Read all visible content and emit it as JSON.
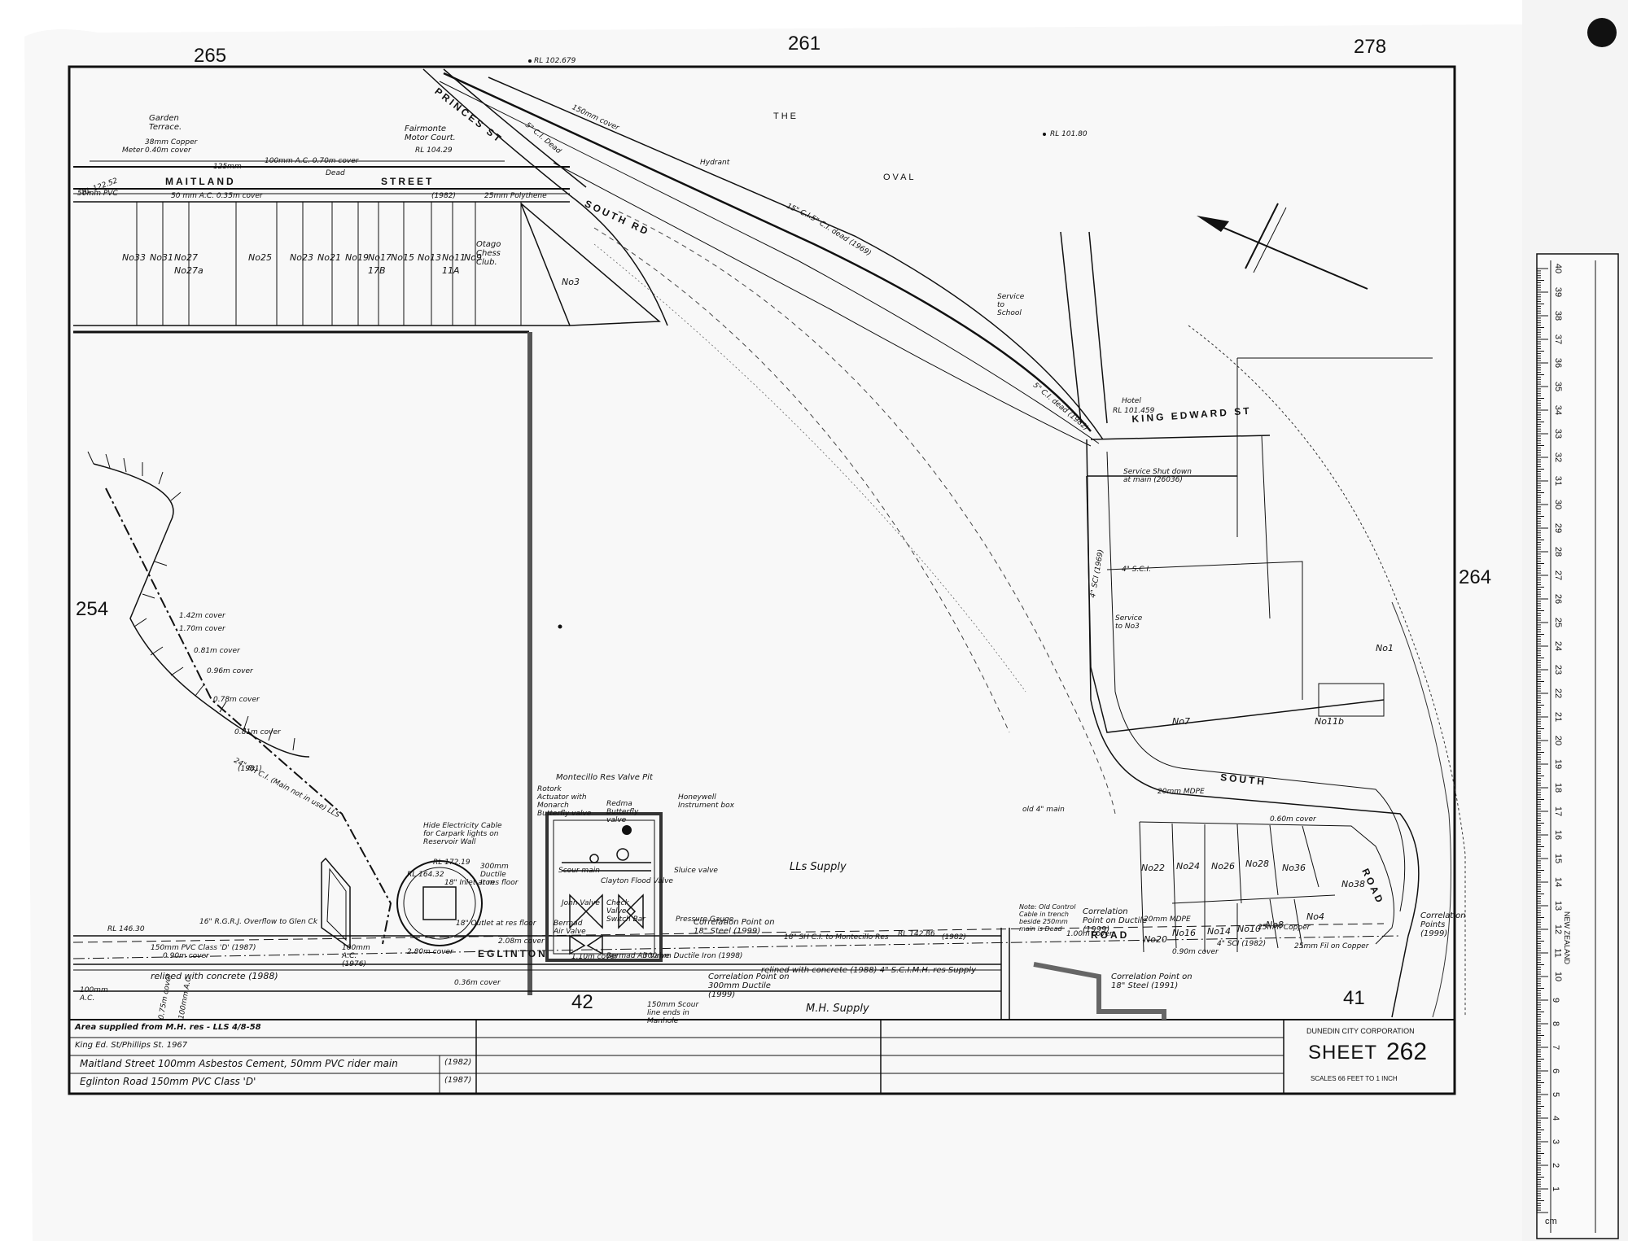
{
  "grid_refs": {
    "top_left": "265",
    "top_center": "261",
    "top_right": "278",
    "left": "254",
    "right": "264",
    "bottom_center": "42",
    "bottom_right": "41"
  },
  "streets": {
    "maitland": "MAITLAND",
    "street": "STREET",
    "princes": "PRINCES ST",
    "south_rd_top": "SOUTH RD",
    "king_edward": "KING EDWARD ST",
    "south": "SOUTH",
    "road": "ROAD",
    "eglinton": "EGLINTON",
    "road_bottom": "ROAD"
  },
  "places": {
    "the": "THE",
    "oval": "OVAL",
    "garden_terrace": "Garden Terrace.",
    "fairmont": "Fairmonte Motor Court.",
    "otago_chess": "Otago Chess Club.",
    "hotel": "Hotel",
    "montecillo_title": "Montecillo Res Valve Pit",
    "lls_supply": "LLs Supply",
    "mh_supply": "M.H. Supply"
  },
  "lots_maitland": [
    "No33",
    "No31",
    "No27",
    "No25",
    "No23",
    "No21",
    "No19",
    "No17",
    "No15",
    "No13",
    "No11",
    "No9"
  ],
  "lots_maitland_sub": [
    "",
    "",
    "No27a",
    "",
    "",
    "",
    "",
    "17B",
    "",
    "",
    "11A",
    ""
  ],
  "lots_south_road": [
    "No22",
    "No24",
    "No26",
    "No28",
    "No36",
    "No20",
    "No16",
    "No14",
    "No10",
    "No8",
    "No4",
    "No7",
    "No11b",
    "No38",
    "No1",
    "No3"
  ],
  "annotations": {
    "rl_top": "RL 102.679",
    "rl_oval": "RL 101.80",
    "rl_fairmont": "RL 104.29",
    "rl_maitland": "RL 122.52",
    "rl_hotel": "RL 101.459",
    "rl_172": "RL 172.19",
    "rl_164": "RL 164.32",
    "rl_146": "RL 146.30",
    "rl_142": "RL 142.86",
    "copper_38": "38mm Copper",
    "meter": "Meter",
    "cover_040": "0.40m cover",
    "ac_125": "125mm",
    "ac_100": "100mm A.C. 0.70m cover",
    "dead": "Dead",
    "pvc_50": "50mm PVC",
    "ac_50": "50 mm A.C. 0.35m cover",
    "year_1982": "(1982)",
    "polythene_25": "25mm Polythene",
    "ci_15": "15\" C.I.",
    "ci_5_dead": "5\" C.I. dead (1969)",
    "ci_5_dead_2": "5\" C.I. dead (1982)",
    "ci_5_dead_3": "5\" C.I. Dead",
    "cover_150": "150mm cover",
    "hydrant": "Hydrant",
    "sci_4": "4\" S.C.I.",
    "sci_4_b": "4\" SCI (1969)",
    "service_shut": "Service Shut down at main (26036)",
    "service_no3": "Service to No3",
    "service_king": "Service to School",
    "old_main": "old 4\" main",
    "mdpe_20": "20mm MDPE",
    "cover_060": "0.60m cover",
    "cover_142": "1.42m cover",
    "cover_170": "1.70m cover",
    "cover_081": "0.81m cover",
    "cover_096": "0.96m cover",
    "cover_078": "0.78m cover",
    "cover_081b": "0.81m cover",
    "ci_24": "24\" SH C.I. (Main not in use) LLS",
    "year_1981": "(1981)",
    "hide_cable": "Hide Electricity Cable for Carpark lights on Reservoir Wall",
    "rgr_overflow": "16\" R.G.R.J. Overflow to Glen Ck",
    "inlet_res": "18\" Inlet at res floor",
    "outlet_res": "18\" Outlet at res floor",
    "ductile_300": "300mm Ductile Iron",
    "cover_208": "2.08m cover",
    "ductile_300b": "300mm Ductile Iron (1998)",
    "cover_110": "1.10m cover",
    "ci_18": "18\" SH C.I. to Montecillo Res",
    "year_1982b": "(1982)",
    "pvc_150": "150mm PVC Class 'D' (1987)",
    "cover_090": "0.90m cover",
    "relined_1": "relined with concrete (1988)",
    "relined_2": "relined with concrete (1988) 4\" S.C.I.M.H. res Supply",
    "cover_036": "0.36m cover",
    "cover_280": "2.80m cover",
    "scour_150": "150mm Scour line ends in Manhole",
    "corr_steel_18": "Correlation Point on 18\" Steel (1999)",
    "corr_ductile_300": "Correlation Point on 300mm Ductile (1999)",
    "corr_ductile": "Correlation Point on Ductile (1999)",
    "corr_steel_18b": "Correlation Point on 18\" Steel (1991)",
    "corr_points": "Correlation Points (1999)",
    "note_cable": "Note: Old Control Cable in trench beside 250mm main is Dead",
    "cover_100": "1.00m cover",
    "mdpe_20b": "20mm MDPE",
    "copper_25": "25mm Copper",
    "copper_25b": "25mm Fil on Copper",
    "sci_4c": "4\" SCI (1982)",
    "cover_090b": "0.90m cover",
    "rotork": "Rotork Actuator with Monarch Butterfly valve",
    "redma": "Redma Butterfly valve",
    "honeywell": "Honeywell Instrument box",
    "sluice_valve": "Sluice valve",
    "scour_main": "Scour main",
    "clayton": "Clayton Flood Valve",
    "johnvalve": "John Valve",
    "check_valve": "Check Valve Switch Bar",
    "pressure_gauge": "Pressure Gauge",
    "bermad": "Bermad Air Valve",
    "bermad_b": "Bermad Air valve",
    "ac_100_1976": "100mm A.C. (1976)",
    "cover_100mm": "100mm A.C.",
    "cover_075": "0.75m cover",
    "service_100": "100mm A.C."
  },
  "title_block": {
    "row1": "Area supplied from M.H. res - LLS  4/8-58",
    "row2": "King Ed. St/Phillips St. 1967",
    "row3": "Maitland Street 100mm Asbestos Cement, 50mm PVC rider main",
    "row3_year": "(1982)",
    "row4": "Eglinton Road  150mm  PVC  Class 'D'",
    "row4_year": "(1987)",
    "corp": "DUNEDIN CITY CORPORATION",
    "sheet_label": "SHEET",
    "sheet_number": "262",
    "scale": "SCALES   66 FEET TO 1 INCH"
  },
  "ruler": {
    "cm_values": [
      "1",
      "2",
      "3",
      "4",
      "5",
      "6",
      "7",
      "8",
      "9",
      "10",
      "11",
      "12",
      "13",
      "14",
      "15",
      "16",
      "17",
      "18",
      "19",
      "20",
      "21",
      "22",
      "23",
      "24",
      "25",
      "26",
      "27",
      "28",
      "29",
      "30",
      "31",
      "32",
      "33",
      "34",
      "35",
      "36",
      "37",
      "38",
      "39",
      "40"
    ],
    "unit": "cm",
    "brand": "NEW ZEALAND"
  }
}
